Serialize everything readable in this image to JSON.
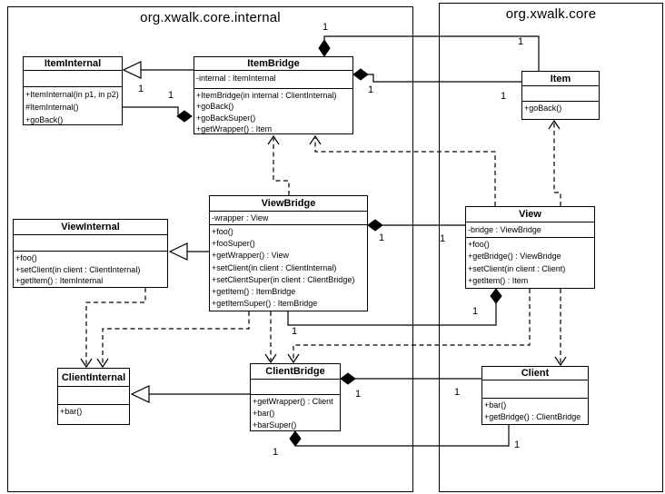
{
  "packages": [
    {
      "name": "org.xwalk.core.internal"
    },
    {
      "name": "org.xwalk.core"
    }
  ],
  "classes": {
    "itemInternal": {
      "name": "ItemInternal",
      "attributes": [],
      "methods": [
        "+ItemInternal(in p1, in p2)",
        "#ItemInternal()",
        "+goBack()"
      ]
    },
    "itemBridge": {
      "name": "ItemBridge",
      "attributes": [
        "-internal : ItemInternal"
      ],
      "methods": [
        "+ItemBridge(in internal : ClientInternal)",
        "+goBack()",
        "+goBackSuper()",
        "+getWrapper() : Item"
      ]
    },
    "item": {
      "name": "Item",
      "attributes": [],
      "methods": [
        "+goBack()"
      ]
    },
    "viewInternal": {
      "name": "ViewInternal",
      "attributes": [],
      "methods": [
        "+foo()",
        "+setClient(in client : ClientInternal)",
        "+getItem() : ItemInternal"
      ]
    },
    "viewBridge": {
      "name": "ViewBridge",
      "attributes": [
        "-wrapper : View"
      ],
      "methods": [
        "+foo()",
        "+fooSuper()",
        "+getWrapper() : View",
        "+setClient(in client : ClientInternal)",
        "+setClientSuper(in client : ClientBridge)",
        "+getItem() : ItemBridge",
        "+getItemSuper() : ItemBridge"
      ]
    },
    "view": {
      "name": "View",
      "attributes": [
        "-bridge : ViewBridge"
      ],
      "methods": [
        "+foo()",
        "+getBridge() : ViewBridge",
        "+setClient(in client : Client)",
        "+getItem() : Item"
      ]
    },
    "clientInternal": {
      "name": "ClientInternal",
      "attributes": [],
      "methods": [
        "+bar()"
      ]
    },
    "clientBridge": {
      "name": "ClientBridge",
      "attributes": [],
      "methods": [
        "+getWrapper() : Client",
        "+bar()",
        "+barSuper()"
      ]
    },
    "client": {
      "name": "Client",
      "attributes": [],
      "methods": [
        "+bar()",
        "+getBridge() : ClientBridge"
      ]
    }
  },
  "multiplicities": [
    "1",
    "1",
    "1",
    "1",
    "1",
    "1",
    "1",
    "1",
    "1",
    "1",
    "1",
    "1",
    "1",
    "1"
  ],
  "colors": {
    "line": "#000000",
    "background": "#ffffff"
  }
}
